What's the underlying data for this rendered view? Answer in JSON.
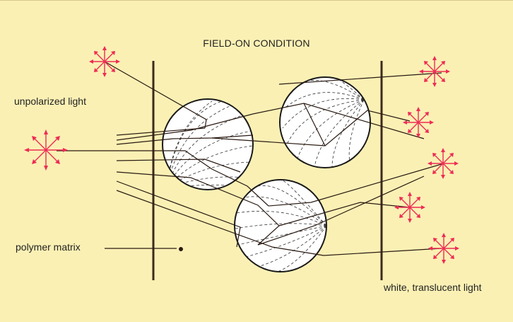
{
  "title": "FIELD-ON CONDITION",
  "labels": {
    "unpolarized": "unpolarized light",
    "polymer": "polymer matrix",
    "white": "white, translucent light"
  },
  "colors": {
    "background": "#fbf0b4",
    "rays": "#2a1a12",
    "arrows": "#ee2c55",
    "walls": "#3c2a1c"
  }
}
